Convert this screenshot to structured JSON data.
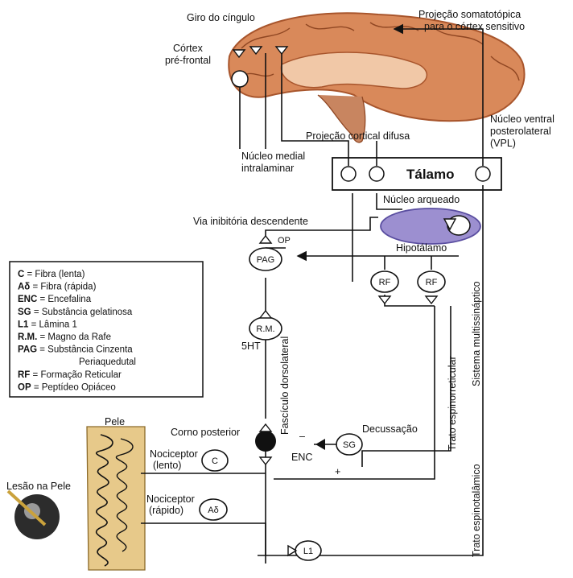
{
  "labels": {
    "giro": "Giro do cíngulo",
    "projecao_soma_1": "Projeção somatotópica",
    "projecao_soma_2": "para o córtex sensitivo",
    "cortex_1": "Córtex",
    "cortex_2": "pré-frontal",
    "nucleo_ventral_1": "Núcleo ventral",
    "nucleo_ventral_2": "posterolateral",
    "nucleo_ventral_3": "(VPL)",
    "projecao_difusa": "Projeção cortical difusa",
    "nucleo_medial_1": "Núcleo medial",
    "nucleo_medial_2": "intralaminar",
    "talamo": "Tálamo",
    "nucleo_arqueado": "Núcleo arqueado",
    "via_inibitoria": "Via inibitória descendente",
    "hipotalamo": "Hipotálamo",
    "op": "OP",
    "pag": "PAG",
    "rf_left": "RF",
    "rf_right": "RF",
    "sistema_multi": "Sistema multissináptico",
    "rm": "R.M.",
    "ht5": "5HT",
    "fasciculo": "Fascículo dorsolateral",
    "trato_espinorreticular": "Trato espinorreticular",
    "pele": "Pele",
    "corno_posterior": "Corno posterior",
    "decussacao": "Decussação",
    "minus": "–",
    "plus": "+",
    "sg": "SG",
    "enc": "ENC",
    "nociceptor_lento_1": "Nociceptor",
    "nociceptor_lento_2": "(lento)",
    "c": "C",
    "lesao": "Lesão na Pele",
    "nociceptor_rapido_1": "Nociceptor",
    "nociceptor_rapido_2": "(rápido)",
    "adelta": "Aδ",
    "trato_espinotalamico": "Trato espinotalâmico",
    "l1": "L1"
  },
  "legend": [
    {
      "abbr": "C",
      "desc": " = Fibra (lenta)"
    },
    {
      "abbr": "Aδ",
      "desc": " = Fibra (rápida)"
    },
    {
      "abbr": "ENC",
      "desc": " = Encefalina"
    },
    {
      "abbr": "SG",
      "desc": " = Substância gelatinosa"
    },
    {
      "abbr": "L1",
      "desc": " = Lâmina 1"
    },
    {
      "abbr": "R.M.",
      "desc": " = Magno da Rafe"
    },
    {
      "abbr": "PAG",
      "desc": " = Substância Cinzenta"
    },
    {
      "abbr": "",
      "desc": "Periaquedutal"
    },
    {
      "abbr": "RF",
      "desc": " = Formação Reticular"
    },
    {
      "abbr": "OP",
      "desc": " = Peptídeo Opiáceo"
    }
  ],
  "colors": {
    "brain_fill": "#d9895a",
    "brain_dark": "#a8552c",
    "hypothalamus": "#9c8fd0",
    "skin": "#e7c98a",
    "thalamus_fill": "#ffffff"
  },
  "icons": {
    "lesion": "needle-in-skin-icon",
    "synapse": "synapse-triangle-icon"
  }
}
